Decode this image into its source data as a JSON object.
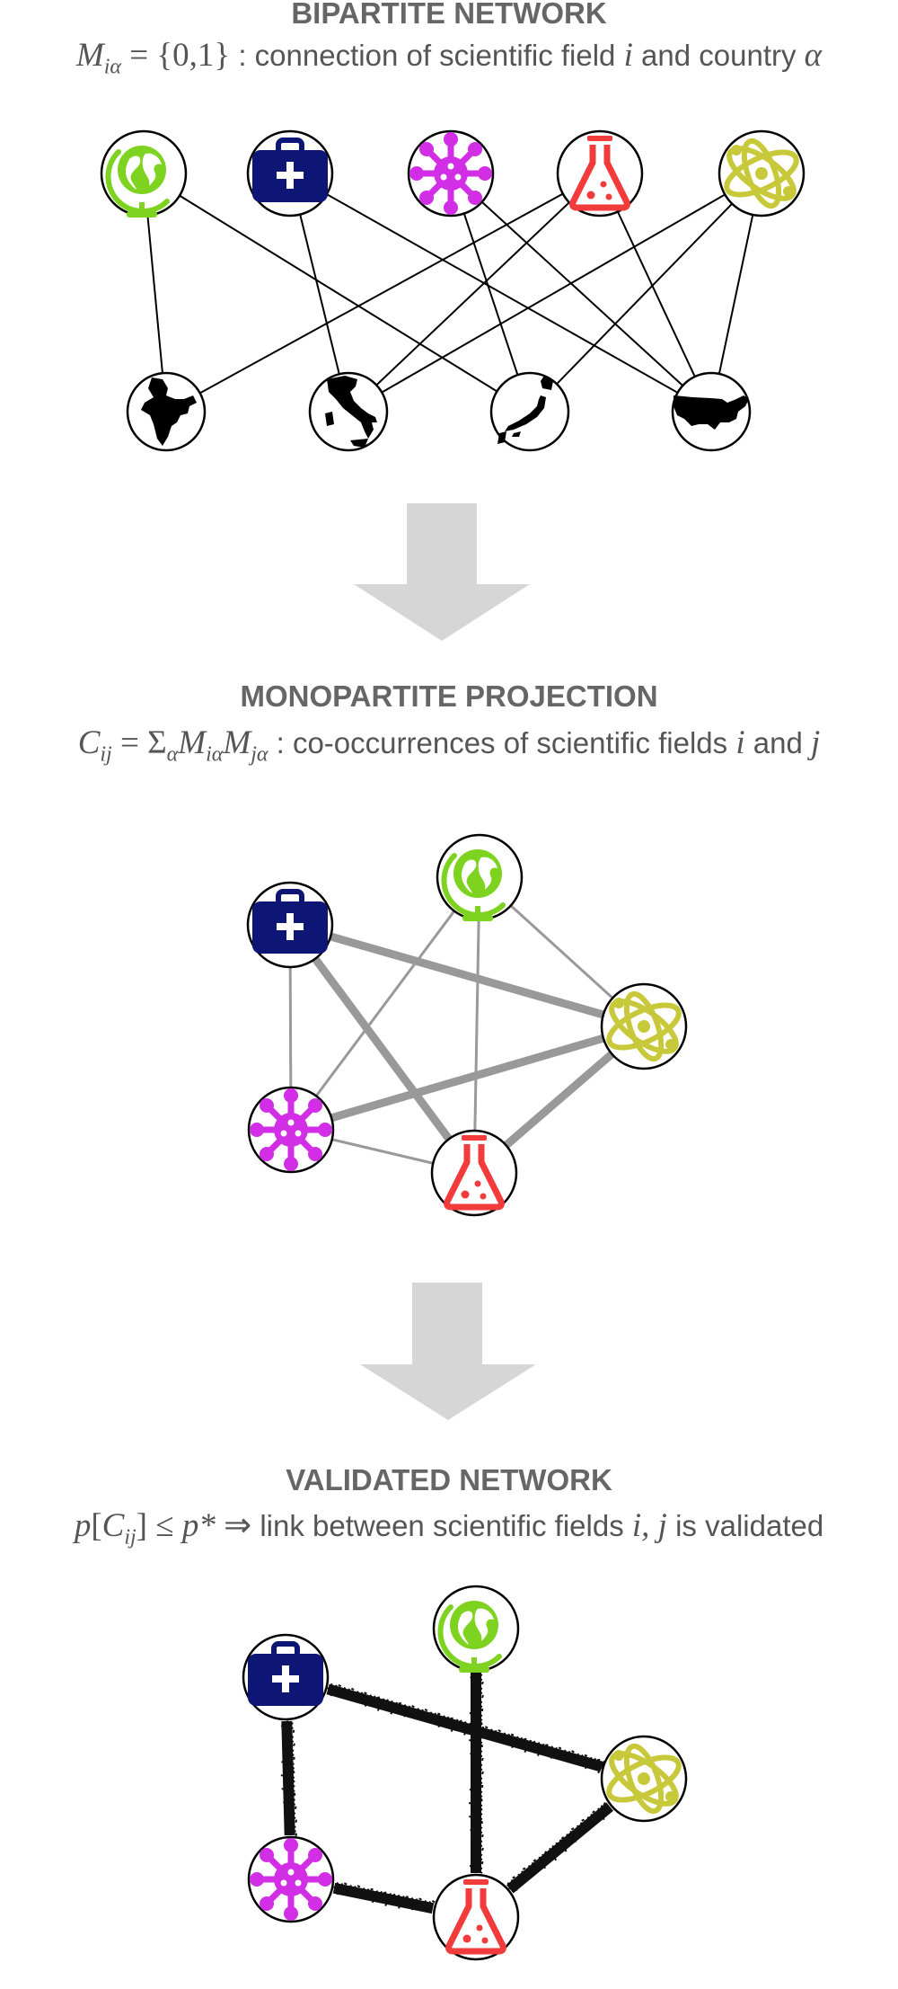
{
  "sections": {
    "bipartite": {
      "title": "BIPARTITE NETWORK",
      "math": {
        "m": "M",
        "sub": "iα",
        "eq": " = ",
        "set": "{0,1}"
      },
      "text_a": " : connection of scientific field ",
      "var_i": "i",
      "text_b": " and country ",
      "var_alpha": "α"
    },
    "monopartite": {
      "title": "MONOPARTITE PROJECTION",
      "math": {
        "c": "C",
        "c_sub": "ij",
        "eq": " = ",
        "sigma": "Σ",
        "sigma_sub": "α",
        "m1": "M",
        "m1_sub": "iα",
        "m2": "M",
        "m2_sub": "jα"
      },
      "text_a": " : co-occurrences of scientific fields ",
      "var_i": "i",
      "text_b": " and ",
      "var_j": "j"
    },
    "validated": {
      "title": "VALIDATED NETWORK",
      "math": {
        "p": "p",
        "open": "[",
        "c": "C",
        "c_sub": "ij",
        "close": "]",
        "le": " ≤ ",
        "pstar": "p*",
        "implies": " ⇒ "
      },
      "text_a": " link between scientific fields ",
      "var_ij": "i, j",
      "text_b": " is validated"
    }
  },
  "colors": {
    "earth": "#7ed321",
    "medicine": "#0d1675",
    "biology": "#d12ee6",
    "chemistry": "#f23b3b",
    "physics": "#c8c93a",
    "country": "#000000",
    "arrow": "#d6d6d6",
    "projection_edge": "#999999",
    "validated_edge": "#111111"
  },
  "fields": [
    {
      "id": "earth",
      "icon": "globe-icon"
    },
    {
      "id": "medicine",
      "icon": "medical-kit-icon"
    },
    {
      "id": "biology",
      "icon": "virus-icon"
    },
    {
      "id": "chemistry",
      "icon": "flask-icon"
    },
    {
      "id": "physics",
      "icon": "atom-icon"
    }
  ],
  "countries": [
    {
      "id": "india",
      "icon": "india-map-icon"
    },
    {
      "id": "italy",
      "icon": "italy-map-icon"
    },
    {
      "id": "japan",
      "icon": "japan-map-icon"
    },
    {
      "id": "usa",
      "icon": "usa-map-icon"
    }
  ],
  "bipartite_links": [
    [
      "earth",
      "india"
    ],
    [
      "earth",
      "japan"
    ],
    [
      "medicine",
      "italy"
    ],
    [
      "medicine",
      "usa"
    ],
    [
      "biology",
      "japan"
    ],
    [
      "biology",
      "usa"
    ],
    [
      "chemistry",
      "india"
    ],
    [
      "chemistry",
      "italy"
    ],
    [
      "chemistry",
      "usa"
    ],
    [
      "physics",
      "italy"
    ],
    [
      "physics",
      "japan"
    ],
    [
      "physics",
      "usa"
    ]
  ],
  "projection_links": [
    {
      "a": "medicine",
      "b": "physics",
      "weight": 2
    },
    {
      "a": "medicine",
      "b": "chemistry",
      "weight": 2
    },
    {
      "a": "biology",
      "b": "physics",
      "weight": 2
    },
    {
      "a": "chemistry",
      "b": "physics",
      "weight": 2
    },
    {
      "a": "earth",
      "b": "physics",
      "weight": 1
    },
    {
      "a": "earth",
      "b": "biology",
      "weight": 1
    },
    {
      "a": "earth",
      "b": "chemistry",
      "weight": 1
    },
    {
      "a": "medicine",
      "b": "biology",
      "weight": 1
    },
    {
      "a": "biology",
      "b": "chemistry",
      "weight": 1
    }
  ],
  "validated_links": [
    [
      "medicine",
      "physics"
    ],
    [
      "medicine",
      "biology"
    ],
    [
      "earth",
      "chemistry"
    ],
    [
      "biology",
      "chemistry"
    ],
    [
      "chemistry",
      "physics"
    ]
  ]
}
